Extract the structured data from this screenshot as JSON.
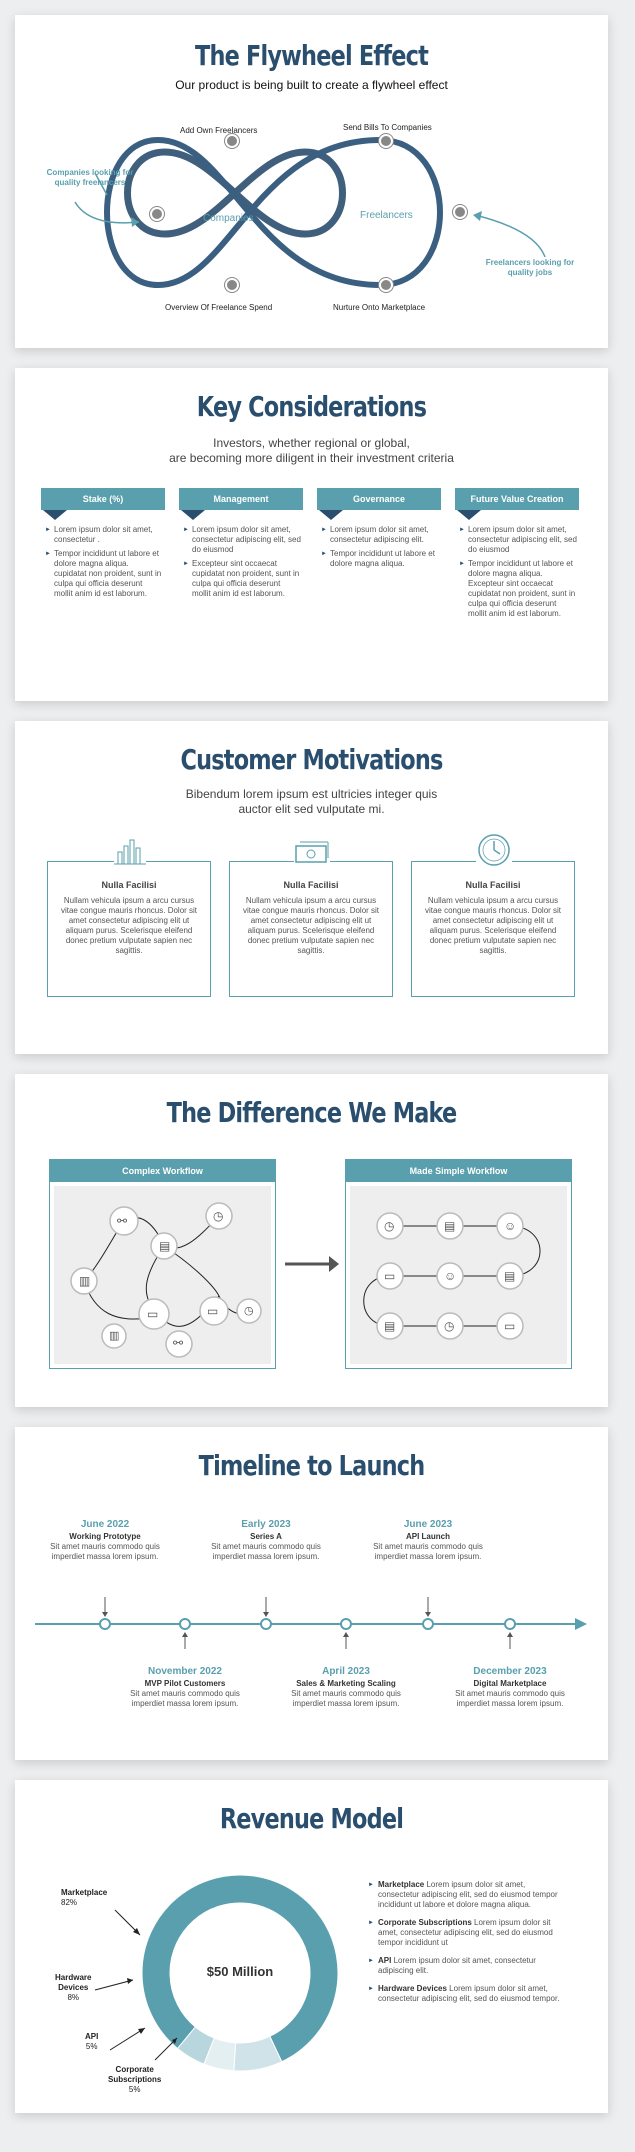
{
  "flywheel": {
    "title": "The Flywheel Effect",
    "subtitle": "Our product is being built to create a flywheel effect",
    "left_loop": "Companies",
    "right_loop": "Freelancers",
    "labels": {
      "top_left": "Add Own Freelancers",
      "top_right": "Send Bills To Companies",
      "bottom_left": "Overview Of Freelance Spend",
      "bottom_right": "Nurture Onto Marketplace"
    },
    "callout_left": "Companies looking for quality freelancers",
    "callout_right": "Freelancers looking for quality jobs"
  },
  "considerations": {
    "title": "Key Considerations",
    "subtitle_line1": "Investors, whether regional or global,",
    "subtitle_line2": "are becoming more diligent in their investment criteria",
    "columns": [
      {
        "header": "Stake (%)",
        "bullets": [
          "Lorem ipsum dolor sit amet, consectetur .",
          "Tempor incididunt ut labore et dolore magna aliqua. cupidatat non proident, sunt in culpa qui officia deserunt mollit anim id est laborum."
        ]
      },
      {
        "header": "Management",
        "bullets": [
          "Lorem ipsum dolor sit amet, consectetur adipiscing elit, sed do eiusmod",
          "Excepteur sint occaecat cupidatat non proident, sunt in culpa qui officia deserunt mollit anim id est laborum."
        ]
      },
      {
        "header": "Governance",
        "bullets": [
          "Lorem ipsum dolor sit amet, consectetur adipiscing elit.",
          "Tempor incididunt ut labore et dolore magna aliqua."
        ]
      },
      {
        "header": "Future Value Creation",
        "bullets": [
          "Lorem ipsum dolor sit amet, consectetur adipiscing elit, sed do eiusmod",
          "Tempor incididunt ut labore et dolore magna aliqua. Excepteur sint occaecat cupidatat non proident, sunt in culpa qui officia deserunt mollit anim id est laborum."
        ]
      }
    ]
  },
  "motivations": {
    "title": "Customer Motivations",
    "subtitle_line1": "Bibendum lorem ipsum est ultricies integer quis",
    "subtitle_line2": "auctor elit sed vulputate mi.",
    "cards": [
      {
        "icon": "bar-chart-icon",
        "title": "Nulla Facilisi",
        "body": "Nullam vehicula ipsum a arcu cursus vitae congue mauris rhoncus. Dolor sit amet consectetur adipiscing elit ut aliquam purus. Scelerisque eleifend donec pretium vulputate sapien nec sagittis."
      },
      {
        "icon": "money-icon",
        "title": "Nulla Facilisi",
        "body": "Nullam vehicula ipsum a arcu cursus vitae congue mauris rhoncus. Dolor sit amet consectetur adipiscing elit ut aliquam purus. Scelerisque eleifend donec pretium vulputate sapien nec sagittis."
      },
      {
        "icon": "clock-icon",
        "title": "Nulla Facilisi",
        "body": "Nullam vehicula ipsum a arcu cursus vitae congue mauris rhoncus. Dolor sit amet consectetur adipiscing elit ut aliquam purus. Scelerisque eleifend donec pretium vulputate sapien nec sagittis."
      }
    ]
  },
  "difference": {
    "title": "The Difference We Make",
    "left_header": "Complex Workflow",
    "right_header": "Made Simple Workflow"
  },
  "timeline": {
    "title": "Timeline to Launch",
    "top": [
      {
        "date": "June 2022",
        "title": "Working Prototype",
        "desc": "Sit amet mauris commodo quis imperdiet massa lorem ipsum."
      },
      {
        "date": "Early 2023",
        "title": "Series A",
        "desc": "Sit amet mauris commodo quis imperdiet massa lorem ipsum."
      },
      {
        "date": "June 2023",
        "title": "API Launch",
        "desc": "Sit amet mauris commodo quis imperdiet massa lorem ipsum."
      }
    ],
    "bottom": [
      {
        "date": "November 2022",
        "title": "MVP Pilot Customers",
        "desc": "Sit amet mauris commodo quis imperdiet massa lorem ipsum."
      },
      {
        "date": "April 2023",
        "title": "Sales & Marketing Scaling",
        "desc": "Sit amet mauris commodo quis imperdiet massa lorem ipsum."
      },
      {
        "date": "December 2023",
        "title": "Digital Marketplace",
        "desc": "Sit amet mauris commodo quis imperdiet massa lorem ipsum."
      }
    ]
  },
  "revenue": {
    "title": "Revenue Model",
    "center_label": "$50 Million",
    "legend": [
      {
        "name": "Marketplace",
        "text": "Lorem ipsum dolor sit amet, consectetur adipiscing elit, sed do eiusmod tempor incididunt ut labore et dolore magna aliqua."
      },
      {
        "name": "Corporate Subscriptions",
        "text": "Lorem ipsum dolor sit amet, consectetur adipiscing elit, sed do eiusmod tempor incididunt ut"
      },
      {
        "name": "API",
        "text": "Lorem ipsum dolor sit amet, consectetur adipiscing elit."
      },
      {
        "name": "Hardware Devices",
        "text": "Lorem ipsum dolor sit amet, consectetur adipiscing elit, sed do eiusmod tempor."
      }
    ]
  },
  "chart_data": {
    "type": "pie",
    "title": "",
    "center_label": "$50 Million",
    "categories": [
      "Marketplace",
      "Hardware Devices",
      "API",
      "Corporate Subscriptions"
    ],
    "values": [
      82,
      8,
      5,
      5
    ],
    "unit": "%",
    "display": [
      "82%",
      "8%",
      "5%",
      "5%"
    ],
    "colors": [
      "#5a9fae",
      "#cfe3e8",
      "#e4eff2",
      "#b7d6de"
    ]
  }
}
